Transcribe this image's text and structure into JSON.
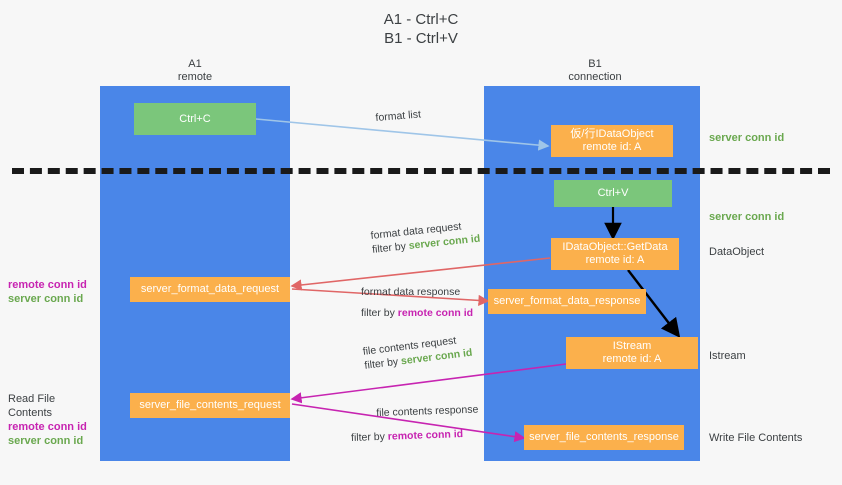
{
  "title": {
    "line1": "A1 - Ctrl+C",
    "line2": "B1 - Ctrl+V"
  },
  "columns": [
    {
      "name": "A1",
      "role": "remote"
    },
    {
      "name": "B1",
      "role": "connection"
    }
  ],
  "colors": {
    "lane": "#4a86e8",
    "green_box": "#7bc67b",
    "orange_box": "#fbb04c",
    "server_conn": "#6aa84f",
    "remote_conn": "#c724b1",
    "blue_arrow": "#9fc5e8",
    "red_arrow": "#e06666",
    "magenta_arrow": "#c724b1",
    "black_arrow": "#000000",
    "background": "#f7f7f7"
  },
  "boxes": {
    "ctrl_c": "Ctrl+C",
    "ctrl_v": "Ctrl+V",
    "idataobject_title": "仮/行IDataObject",
    "idataobject_sub": "remote id: A",
    "getdata_title": "IDataObject::GetData",
    "getdata_sub": "remote id: A",
    "istream_title": "IStream",
    "istream_sub": "remote id: A",
    "server_format_data_request": "server_format_data_request",
    "server_format_data_response": "server_format_data_response",
    "server_file_contents_request": "server_file_contents_request",
    "server_file_contents_response": "server_file_contents_response"
  },
  "right_labels": {
    "server_conn_id_1": "server conn id",
    "server_conn_id_2": "server conn id",
    "data_object": "DataObject",
    "istream": "Istream",
    "write_file_contents": "Write File Contents"
  },
  "left_labels": {
    "remote_conn_id_1": "remote conn id",
    "server_conn_id_1": "server conn id",
    "read_file_contents": "Read File Contents",
    "remote_conn_id_2": "remote conn id",
    "server_conn_id_2": "server conn id"
  },
  "arrow_labels": {
    "format_list": "format list",
    "format_data_request": "format data request",
    "format_data_request_filter_prefix": "filter by ",
    "format_data_request_filter_value": "server conn id",
    "format_data_response": "format data response",
    "format_data_response_filter_prefix": "filter by ",
    "format_data_response_filter_value": "remote conn id",
    "file_contents_request": "file contents request",
    "file_contents_request_filter_prefix": "filter by ",
    "file_contents_request_filter_value": "server conn id",
    "file_contents_response": "file contents response",
    "file_contents_response_filter_prefix": "filter by ",
    "file_contents_response_filter_value": "remote conn id"
  }
}
